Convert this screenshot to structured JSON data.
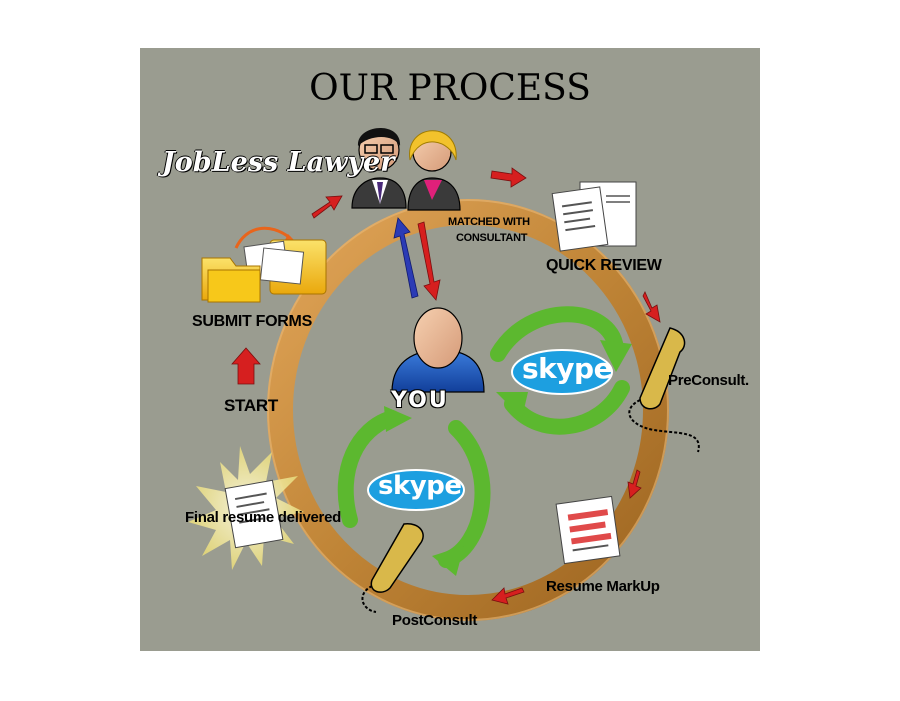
{
  "title": "OUR PROCESS",
  "brand": "JobLess Lawyer",
  "colors": {
    "panel": "#9a9c90",
    "ring": "#c98a3a",
    "red_arrow": "#d61f1f",
    "blue_arrow": "#2b3bb5",
    "green_arrow": "#5cb82f",
    "folder": "#f6c21a",
    "phone": "#d9b84a",
    "skype": "#1d9fe0"
  },
  "steps": {
    "start": "START",
    "submit_forms": "SUBMIT FORMS",
    "matched": [
      "MATCHED WITH",
      "CONSULTANT"
    ],
    "quick_review": "QUICK REVIEW",
    "preconsult": "PreConsult.",
    "resume_markup": "Resume MarkUp",
    "postconsult": "PostConsult",
    "final_resume": "Final resume delivered"
  },
  "you_label": "YOU",
  "skype_logos": [
    "skype",
    "skype"
  ],
  "icons": [
    "lawyer-man-icon",
    "lawyer-woman-icon",
    "folder-icon",
    "document-icon",
    "marked-document-icon",
    "final-document-icon",
    "phone-icon",
    "skype-icon",
    "user-icon"
  ]
}
